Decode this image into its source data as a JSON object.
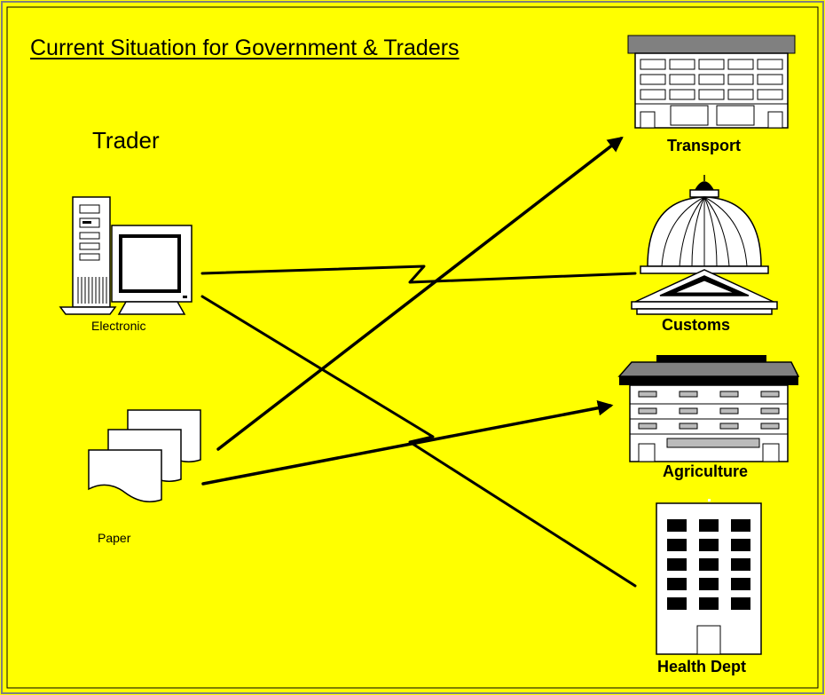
{
  "title": "Current Situation for Government  & Traders",
  "trader_label": "Trader",
  "sources": {
    "electronic": "Electronic",
    "paper": "Paper"
  },
  "agencies": {
    "transport": "Transport",
    "customs": "Customs",
    "agriculture": "Agriculture",
    "health": "Health Dept"
  },
  "colors": {
    "background": "#ffff00",
    "border": "#7f7f7f",
    "line": "#000000",
    "roof": "#808080"
  }
}
